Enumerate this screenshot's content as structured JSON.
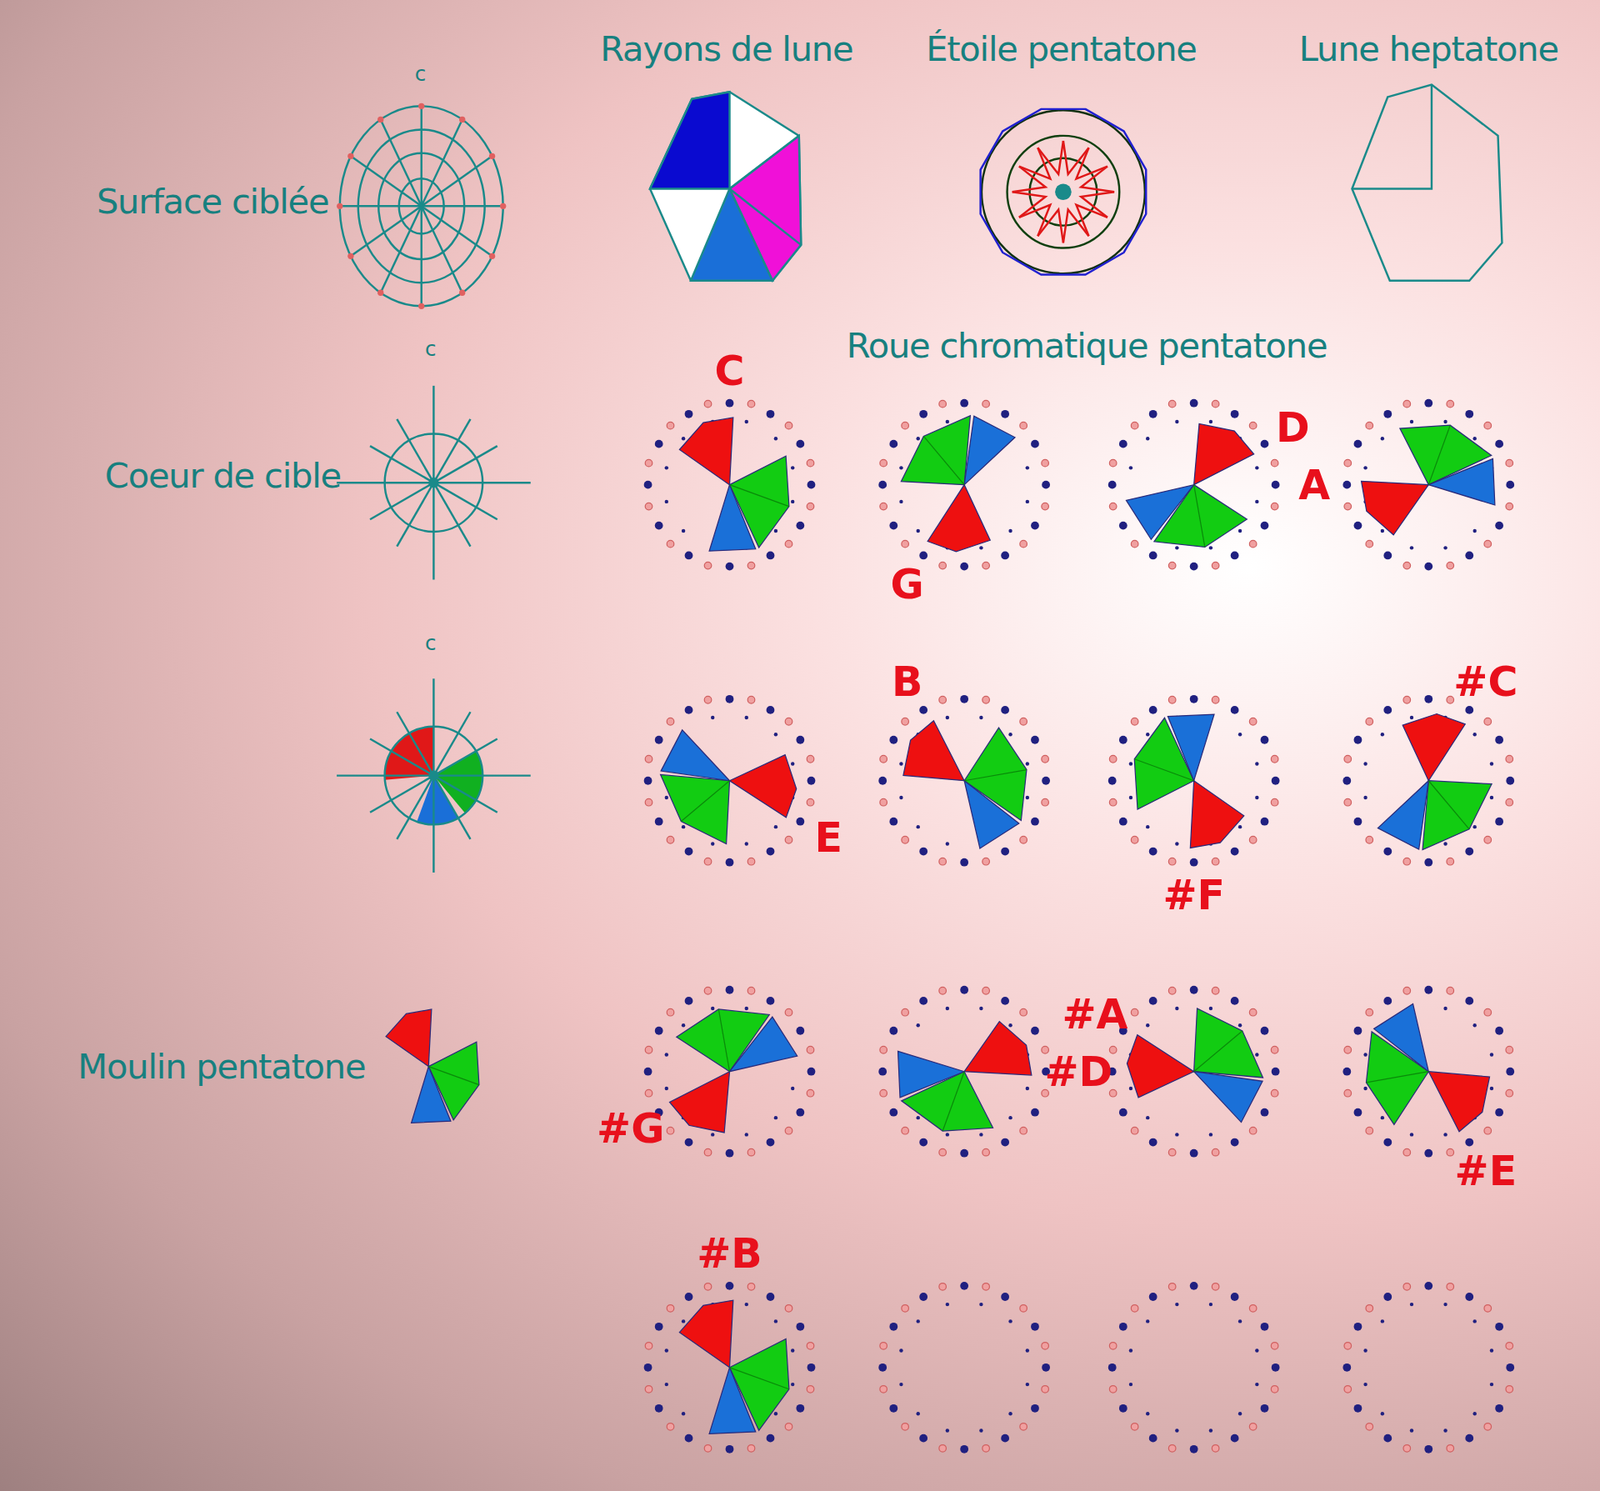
{
  "diagram": {
    "labels": [
      "Rayons de lune",
      "Étoile pentatone",
      "Lune heptatone",
      "c",
      "Surface ciblée",
      "Roue chromatique pentatone",
      "c",
      "Coeur de cible",
      "C",
      "G",
      "D",
      "A",
      "c",
      "E",
      "B",
      "#F",
      "#C",
      "Moulin pentatone",
      "#G",
      "#D",
      "#A",
      "#E",
      "#B"
    ]
  }
}
